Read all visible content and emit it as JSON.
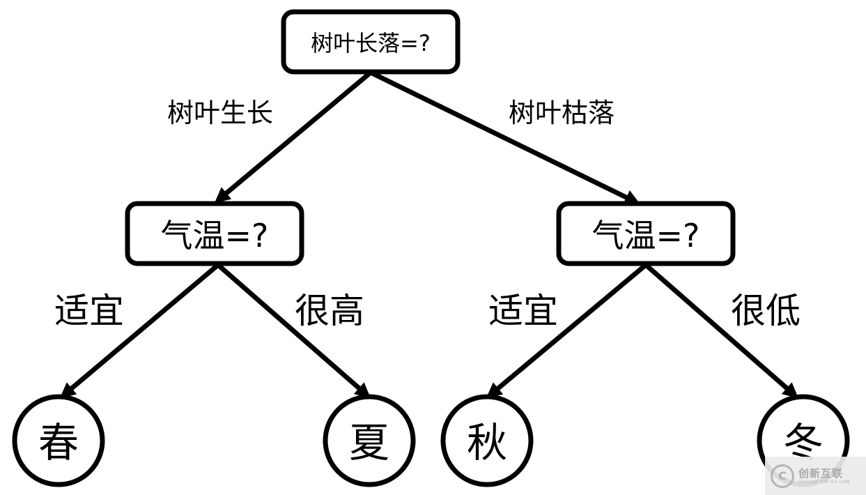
{
  "diagram": {
    "root": {
      "label": "树叶长落=?"
    },
    "left_branch": {
      "label": "树叶生长"
    },
    "right_branch": {
      "label": "树叶枯落"
    },
    "left_node": {
      "label": "气温=?"
    },
    "right_node": {
      "label": "气温=?"
    },
    "edges": {
      "ll": "适宜",
      "lr": "很高",
      "rl": "适宜",
      "rr": "很低"
    },
    "leaves": {
      "spring": "春",
      "summer": "夏",
      "autumn": "秋",
      "winter": "冬"
    },
    "colors": {
      "stroke": "#000000",
      "background": "#ffffff"
    }
  },
  "watermark": {
    "logo": "C",
    "name": "创新互联",
    "pinyin": "CHUANG XIN HU LIAN"
  }
}
